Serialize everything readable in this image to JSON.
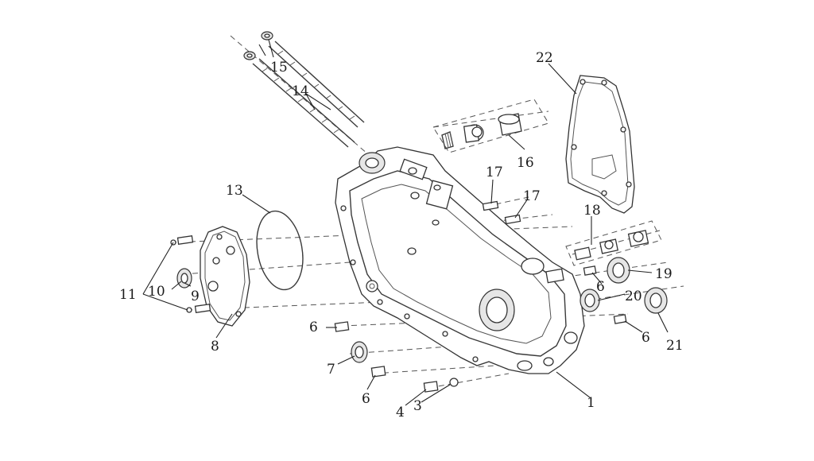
{
  "diagram": {
    "callouts": [
      {
        "id": "c1",
        "label": "1"
      },
      {
        "id": "c3",
        "label": "3"
      },
      {
        "id": "c4",
        "label": "4"
      },
      {
        "id": "c6a",
        "label": "6"
      },
      {
        "id": "c6b",
        "label": "6"
      },
      {
        "id": "c6c",
        "label": "6"
      },
      {
        "id": "c6d",
        "label": "6"
      },
      {
        "id": "c7",
        "label": "7"
      },
      {
        "id": "c8",
        "label": "8"
      },
      {
        "id": "c9",
        "label": "9"
      },
      {
        "id": "c10",
        "label": "10"
      },
      {
        "id": "c11",
        "label": "11"
      },
      {
        "id": "c13",
        "label": "13"
      },
      {
        "id": "c14",
        "label": "14"
      },
      {
        "id": "c15",
        "label": "15"
      },
      {
        "id": "c16",
        "label": "16"
      },
      {
        "id": "c17a",
        "label": "17"
      },
      {
        "id": "c17b",
        "label": "17"
      },
      {
        "id": "c18",
        "label": "18"
      },
      {
        "id": "c19",
        "label": "19"
      },
      {
        "id": "c20",
        "label": "20"
      },
      {
        "id": "c21",
        "label": "21"
      },
      {
        "id": "c22",
        "label": "22"
      }
    ]
  }
}
